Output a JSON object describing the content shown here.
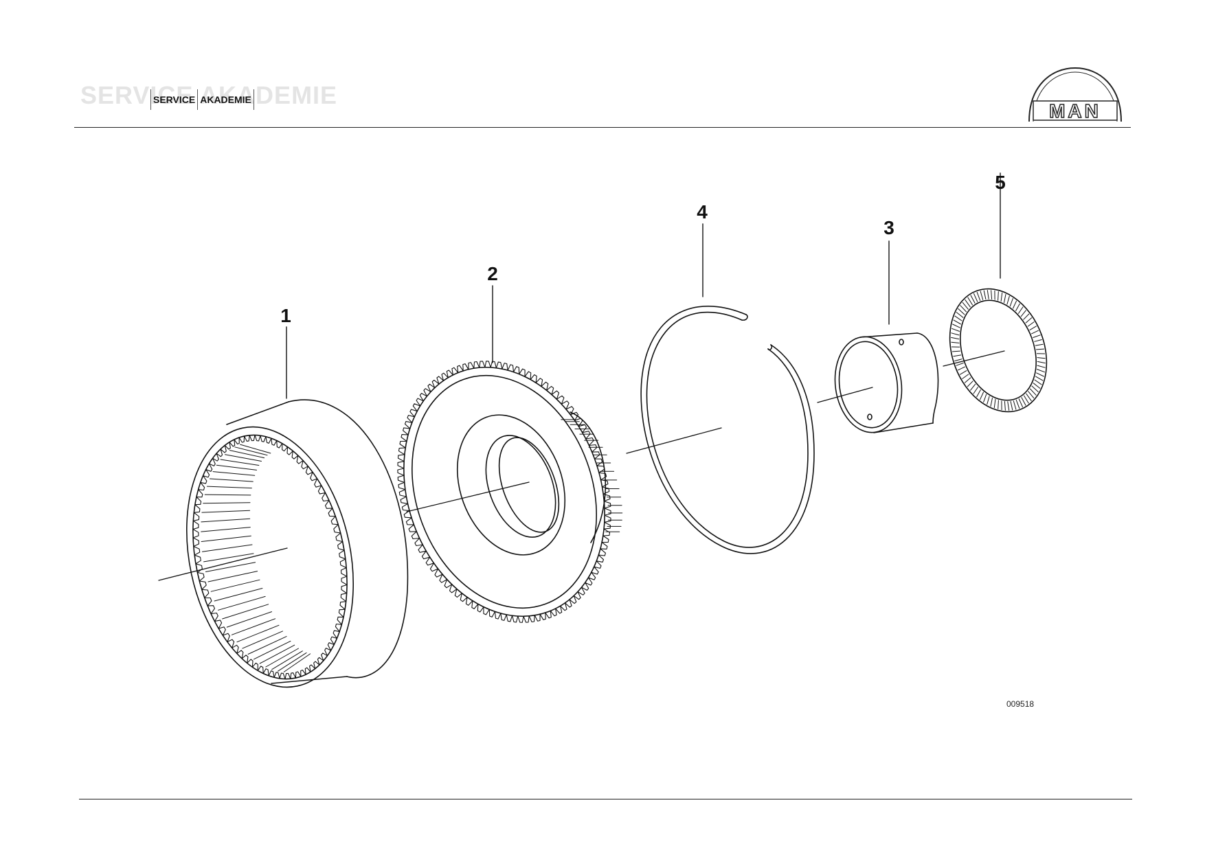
{
  "header": {
    "watermark_text": "SERVICE AKADEMIE",
    "label_part1": "SERVICE",
    "label_part2": "AKADEMIE"
  },
  "logo": {
    "text": "MAN",
    "icon": "man-logo-icon"
  },
  "callouts": [
    "1",
    "2",
    "3",
    "4",
    "5"
  ],
  "parts": [
    {
      "id": "1",
      "shape": "ring-gear-icon"
    },
    {
      "id": "2",
      "shape": "gear-wheel-icon"
    },
    {
      "id": "3",
      "shape": "bushing-icon"
    },
    {
      "id": "4",
      "shape": "snap-ring-icon"
    },
    {
      "id": "5",
      "shape": "needle-bearing-icon"
    }
  ],
  "drawing_number": "009518",
  "colors": {
    "line": "#111111",
    "watermark": "#e4e4e4"
  }
}
